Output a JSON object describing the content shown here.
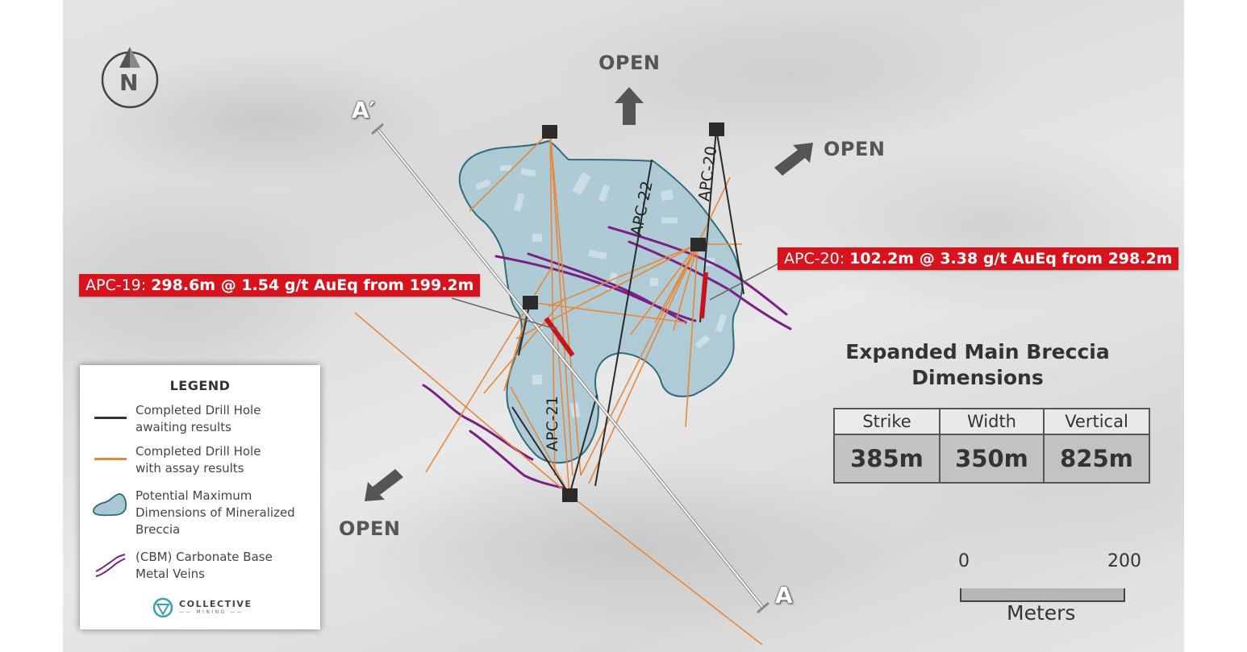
{
  "map": {
    "north_arrow": {
      "label": "N",
      "icon": "north-arrow-icon"
    },
    "section_line": {
      "start_label": "A′",
      "end_label": "A"
    },
    "open_labels": [
      {
        "text": "OPEN",
        "direction": "north"
      },
      {
        "text": "OPEN",
        "direction": "northeast"
      },
      {
        "text": "OPEN",
        "direction": "southwest"
      }
    ],
    "drill_hole_labels": [
      "APC-22",
      "APC-20",
      "APC-21"
    ],
    "callouts": [
      {
        "hole": "APC-20:",
        "result": "102.2m @ 3.38 g/t AuEq from 298.2m"
      },
      {
        "hole": "APC-19:",
        "result": "298.6m @ 1.54 g/t AuEq from 199.2m"
      }
    ],
    "colors": {
      "callout_red": "#d7141e",
      "assay_hole_orange": "#e8873a",
      "pending_hole_black": "#2a2a2a",
      "breccia_fill": "#a9c8d3",
      "breccia_outline": "#2f6b7a",
      "cbm_vein_purple": "#7a1f86",
      "intercept_red": "#c8141c"
    }
  },
  "legend": {
    "title": "LEGEND",
    "items": [
      {
        "line1": "Completed Drill Hole",
        "line2": "awaiting results",
        "symbol": "black-line"
      },
      {
        "line1": "Completed Drill Hole",
        "line2": "with assay results",
        "symbol": "orange-line"
      },
      {
        "line1": "Potential Maximum",
        "line2": "Dimensions of Mineralized",
        "line3": "Breccia",
        "symbol": "breccia-shape"
      },
      {
        "line1": "(CBM) Carbonate Base",
        "line2": "Metal Veins",
        "symbol": "purple-veins"
      }
    ],
    "logo": {
      "name": "COLLECTIVE",
      "sub": "MINING"
    }
  },
  "dimensions": {
    "title_line1": "Expanded Main Breccia",
    "title_line2": "Dimensions",
    "headers": [
      "Strike",
      "Width",
      "Vertical"
    ],
    "values": [
      "385m",
      "350m",
      "825m"
    ]
  },
  "scale_bar": {
    "min": "0",
    "max": "200",
    "unit": "Meters"
  }
}
